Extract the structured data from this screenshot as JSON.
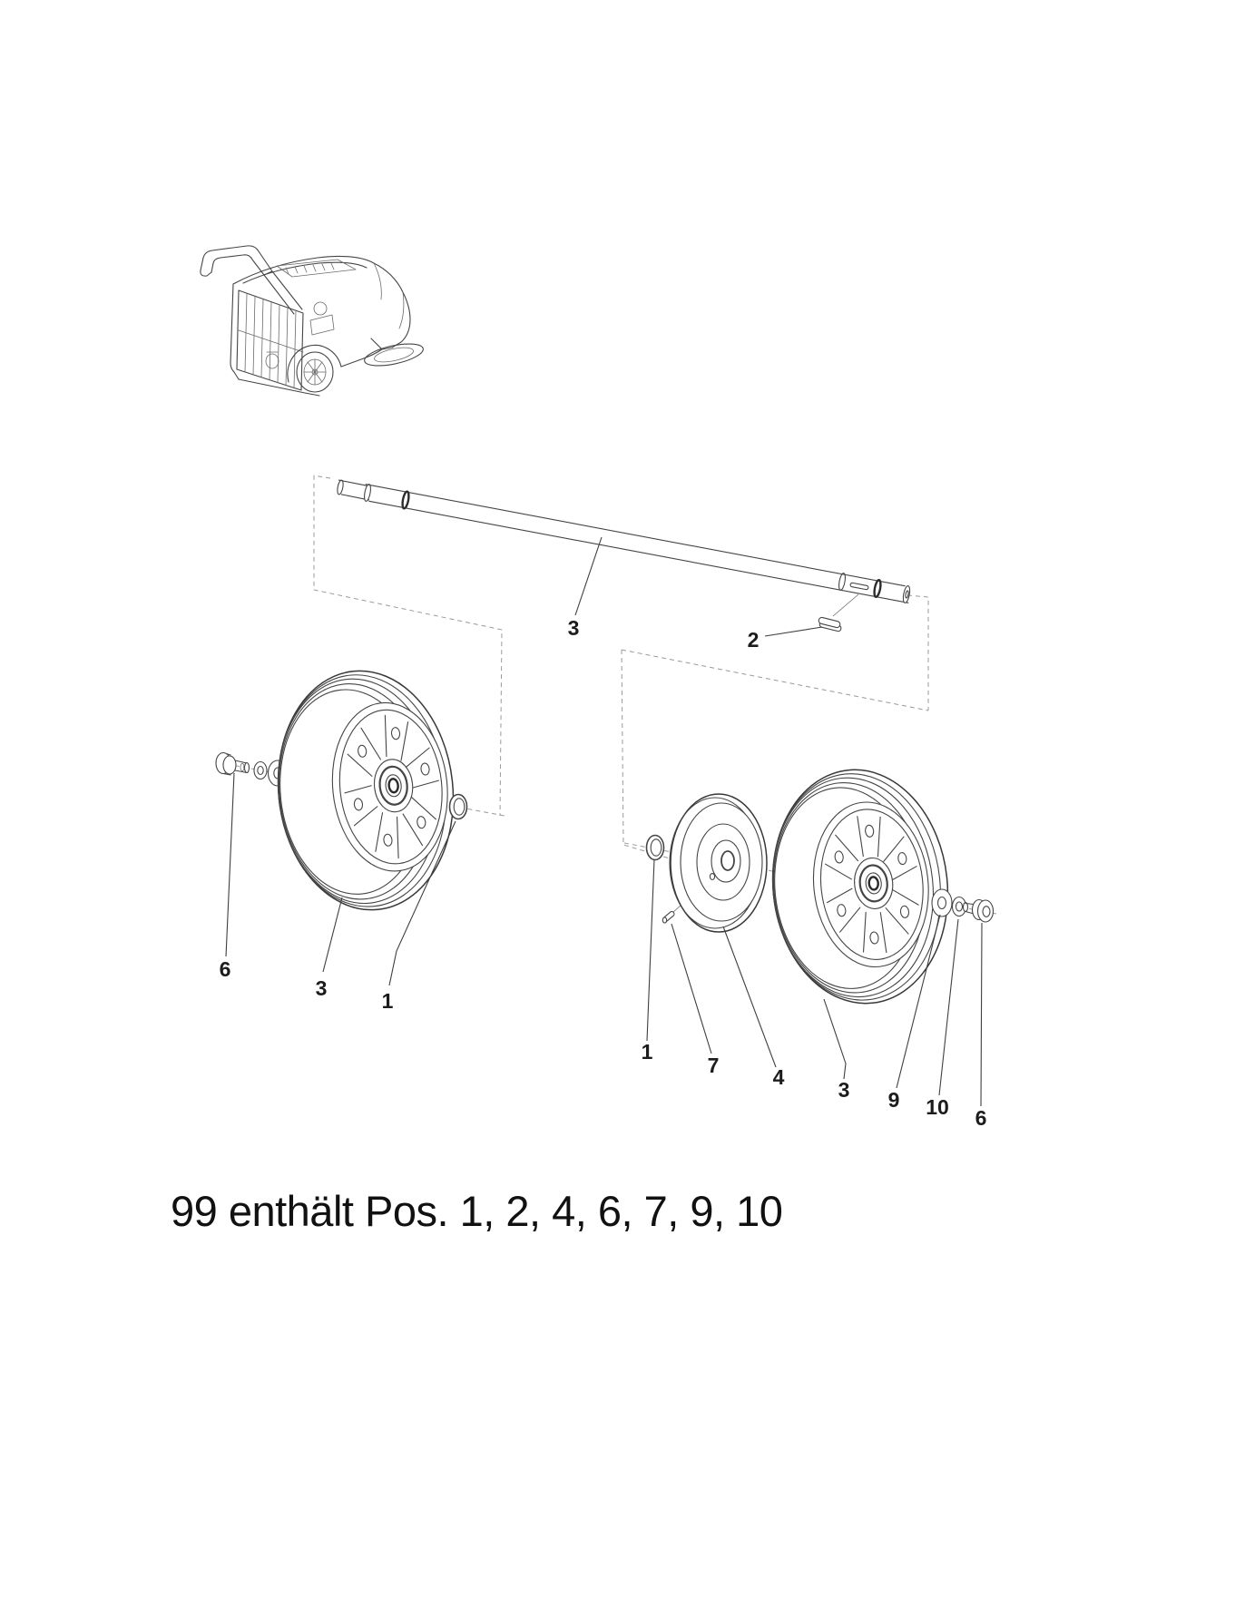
{
  "diagram": {
    "caption": "99 enthält Pos. 1, 2, 4, 6, 7, 9, 10",
    "callouts": {
      "axle_shaft": "3",
      "axle_key": "2",
      "left_bolt": "6",
      "left_wheel": "3",
      "left_ring": "1",
      "right_ring": "1",
      "right_pin": "7",
      "right_pulley": "4",
      "right_wheel": "3",
      "right_washer_large": "9",
      "right_washer_small": "10",
      "right_bolt": "6"
    },
    "colors": {
      "line": "#454545",
      "construction": "#9a9a9a",
      "label": "#1c1c1c",
      "background": "#ffffff"
    }
  }
}
